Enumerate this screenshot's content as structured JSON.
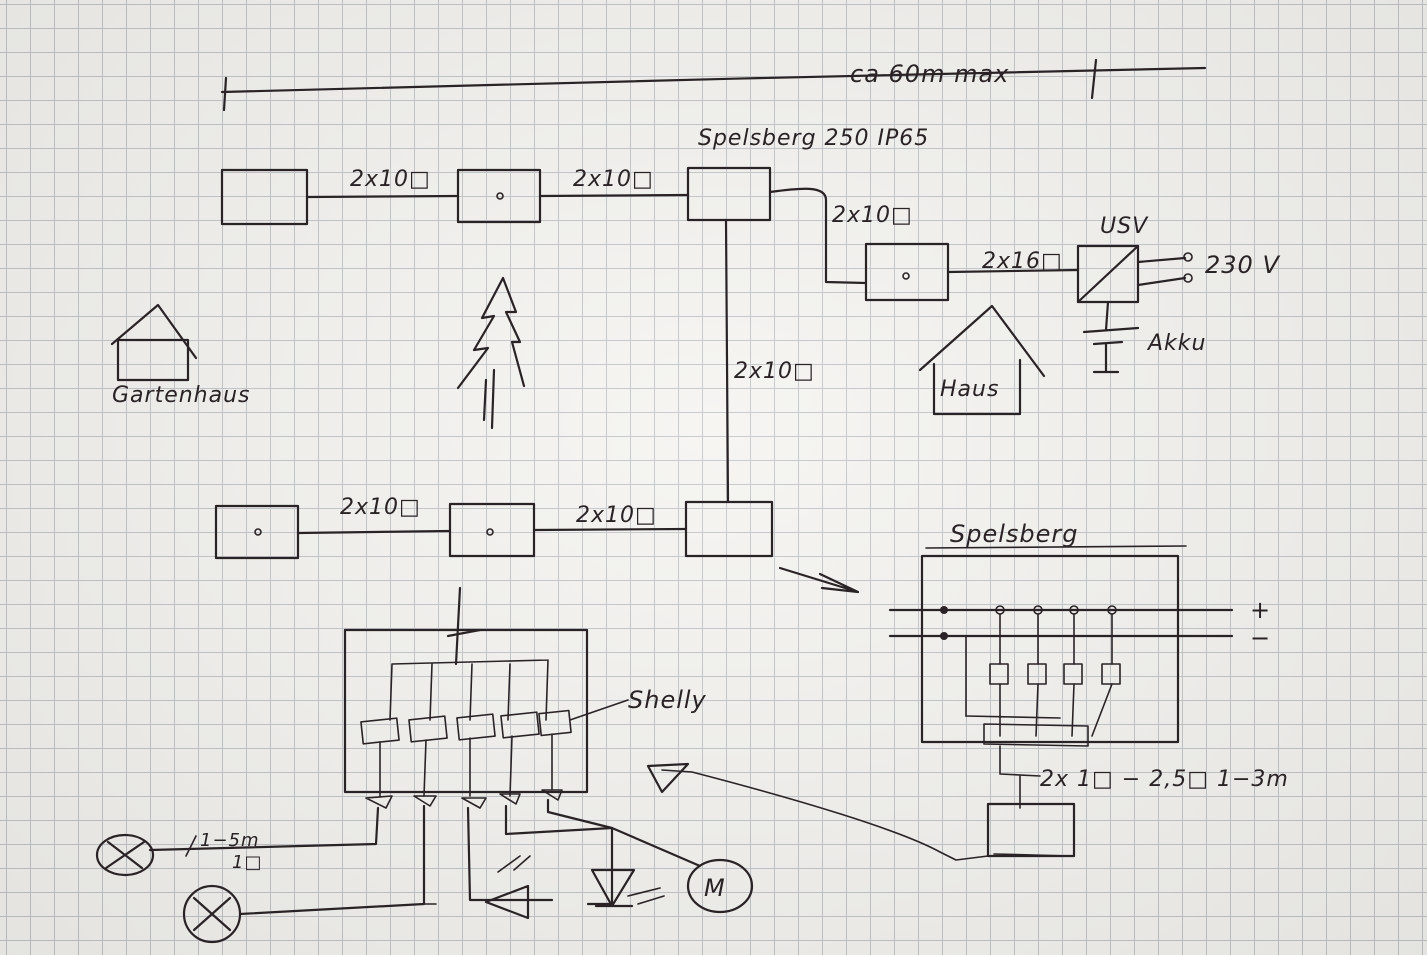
{
  "labels": {
    "distance": "ca 60m max",
    "spotlight_top": "Spelsberg 250 IP65",
    "spotlight_bottom": "Spelsberg",
    "shelly": "Shelly",
    "usv": "USV",
    "mains": "230 V",
    "battery": "Akku",
    "gartenhaus": "Gartenhaus",
    "haus": "Haus",
    "plus": "+",
    "minus": "−",
    "motor": "M",
    "lamp_cable_length": "1−5m",
    "lamp_cable_section": "1□"
  },
  "cables": {
    "top_left": "2x10□",
    "top_mid": "2x10□",
    "top_to_usv_box": "2x10□",
    "usv_feed": "2x16□",
    "vertical": "2x10□",
    "bottom_left": "2x10□",
    "bottom_mid": "2x10□",
    "spelsberg_out": "2x 1□ − 2,5□  1−3m"
  }
}
